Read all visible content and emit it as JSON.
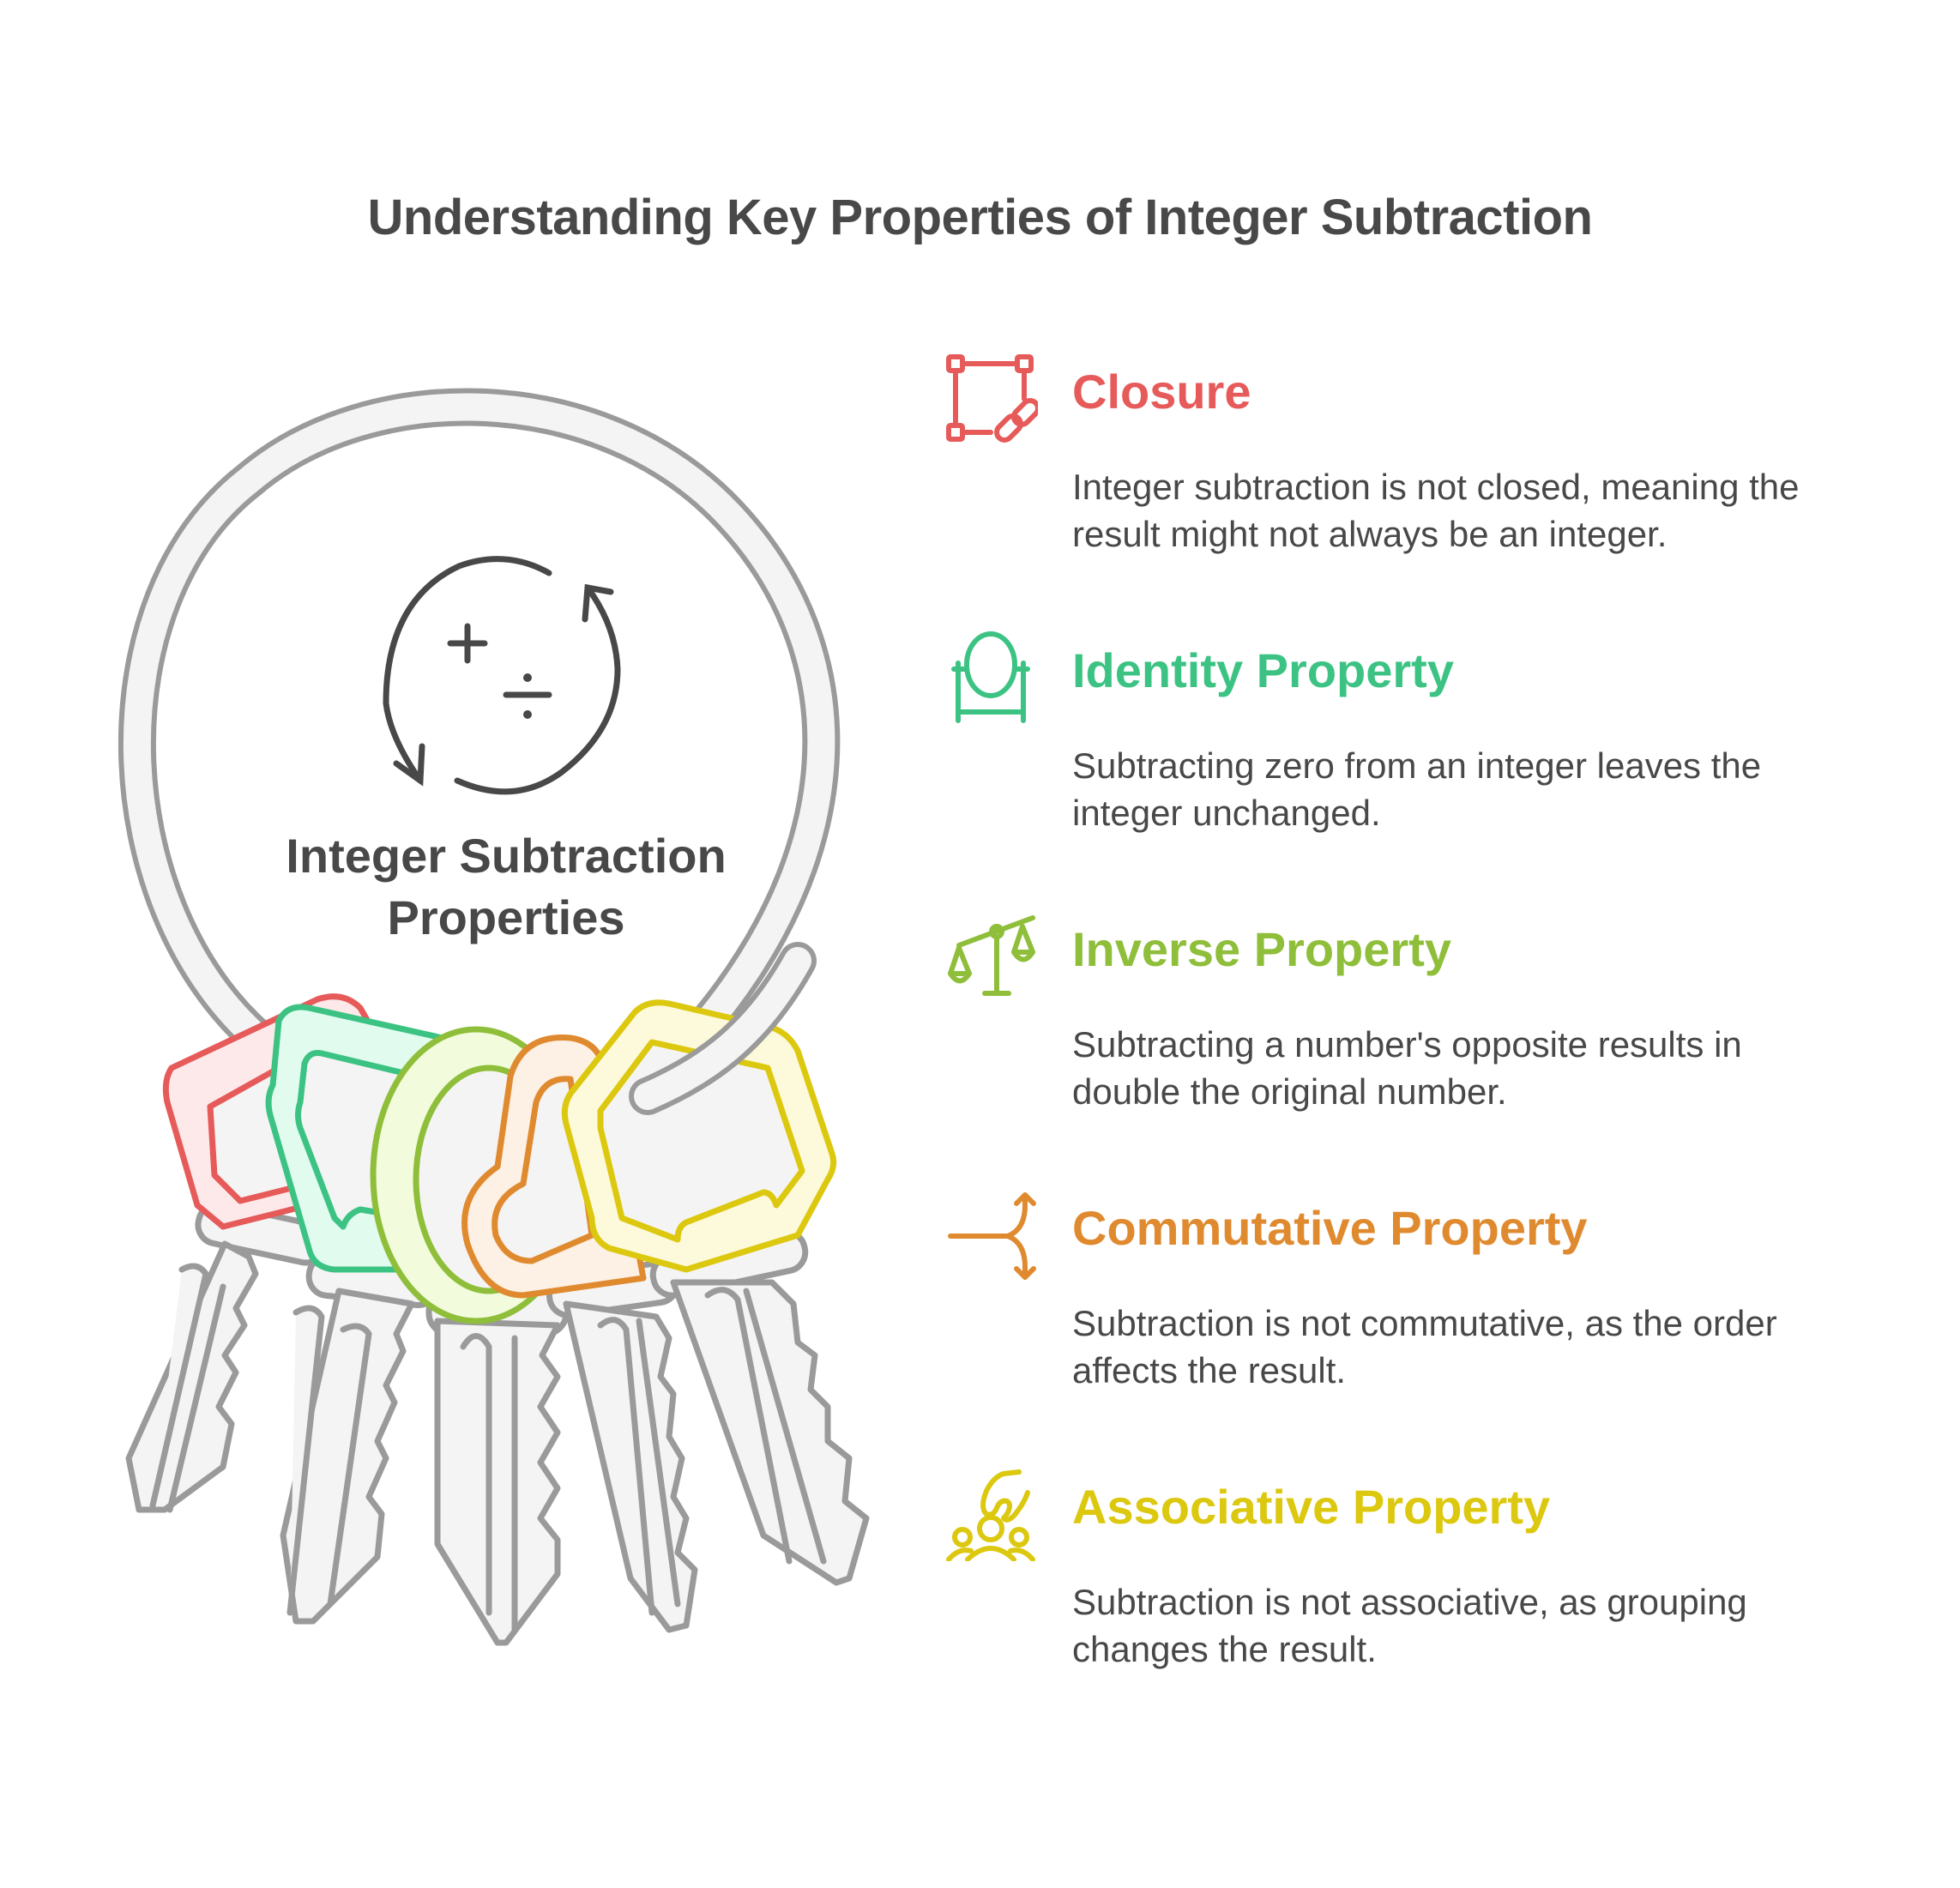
{
  "title": "Understanding Key Properties of Integer Subtraction",
  "center": {
    "label_line1": "Integer Subtraction",
    "label_line2": "Properties",
    "icon": "math-operations-cycle-icon"
  },
  "colors": {
    "text": "#484848",
    "ring_stroke": "#9a9a9a",
    "ring_fill": "#f4f4f4",
    "closure": "#e65a5a",
    "identity": "#3cc384",
    "inverse": "#8fbe3a",
    "commutative": "#e08a30",
    "associative": "#dcc80e"
  },
  "properties": [
    {
      "id": "closure",
      "title": "Closure",
      "description": "Integer subtraction is not closed, meaning the result might not always be an integer.",
      "icon": "bounding-box-link-icon",
      "color": "#e65a5a"
    },
    {
      "id": "identity",
      "title": "Identity Property",
      "description": "Subtracting zero from an integer leaves the integer unchanged.",
      "icon": "mirror-icon",
      "color": "#3cc384"
    },
    {
      "id": "inverse",
      "title": "Inverse Property",
      "description": "Subtracting a number's opposite results in double the original number.",
      "icon": "balance-scale-icon",
      "color": "#8fbe3a"
    },
    {
      "id": "commutative",
      "title": "Commutative Property",
      "description": "Subtraction is not commutative, as the order affects the result.",
      "icon": "split-arrows-icon",
      "color": "#e08a30"
    },
    {
      "id": "associative",
      "title": "Associative Property",
      "description": "Subtraction is not associative, as grouping changes the result.",
      "icon": "hand-over-group-icon",
      "color": "#dcc80e"
    }
  ]
}
